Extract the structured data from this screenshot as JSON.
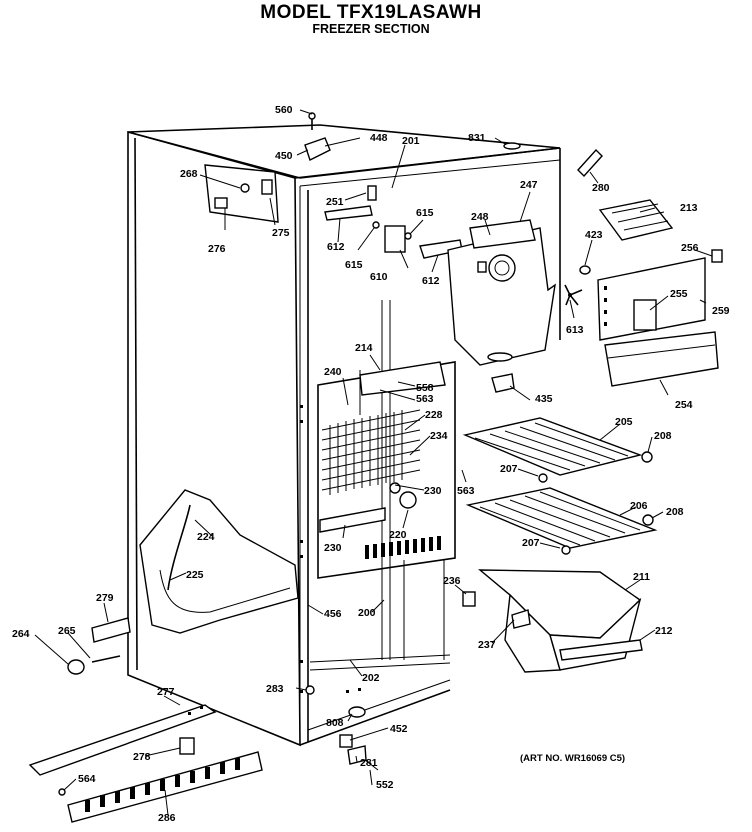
{
  "title": "MODEL TFX19LASAWH",
  "subtitle": "FREEZER SECTION",
  "art_no": "(ART NO. WR16069 C5)",
  "parts": {
    "p560": "560",
    "p448": "448",
    "p450": "450",
    "p201": "201",
    "p831": "831",
    "p268": "268",
    "p251": "251",
    "p247": "247",
    "p280": "280",
    "p213": "213",
    "p276": "276",
    "p275": "275",
    "p612a": "612",
    "p615a": "615",
    "p615b": "615",
    "p248": "248",
    "p423": "423",
    "p256": "256",
    "p610": "610",
    "p612b": "612",
    "p613": "613",
    "p255": "255",
    "p259": "259",
    "p214": "214",
    "p254": "254",
    "p240": "240",
    "p558": "558",
    "p563a": "563",
    "p435": "435",
    "p228": "228",
    "p234": "234",
    "p205": "205",
    "p208a": "208",
    "p207a": "207",
    "p563b": "563",
    "p230a": "230",
    "p224": "224",
    "p220": "220",
    "p206": "206",
    "p208b": "208",
    "p230b": "230",
    "p207b": "207",
    "p225": "225",
    "p236": "236",
    "p211": "211",
    "p279": "279",
    "p456": "456",
    "p200": "200",
    "p264": "264",
    "p265": "265",
    "p237": "237",
    "p212": "212",
    "p202": "202",
    "p277": "277",
    "p283": "283",
    "p808": "808",
    "p452": "452",
    "p278": "278",
    "p281": "281",
    "p564": "564",
    "p552": "552",
    "p286": "286"
  }
}
